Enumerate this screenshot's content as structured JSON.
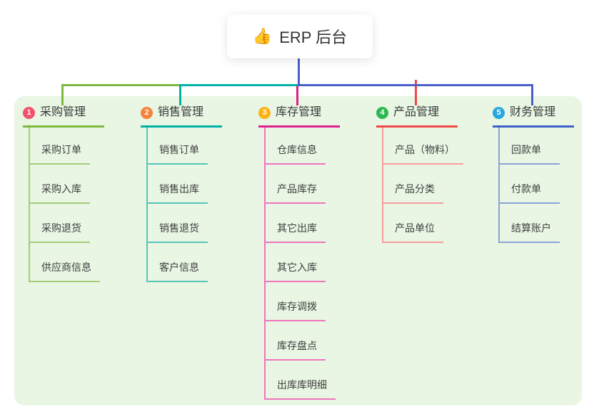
{
  "root": {
    "icon": "👍",
    "label": "ERP 后台"
  },
  "connector_color": "#4a5fc9",
  "panel_color": "#e8f6e3",
  "branches": [
    {
      "badge": "1",
      "label": "采购管理",
      "badge_color": "#f2516c",
      "line_color": "#7cb93f",
      "child_line_color": "#a3cd76",
      "children": [
        "采购订单",
        "采购入库",
        "采购退货",
        "供应商信息"
      ]
    },
    {
      "badge": "2",
      "label": "销售管理",
      "badge_color": "#f7823b",
      "line_color": "#00b2a6",
      "child_line_color": "#56c6b9",
      "children": [
        "销售订单",
        "销售出库",
        "销售退货",
        "客户信息"
      ]
    },
    {
      "badge": "3",
      "label": "库存管理",
      "badge_color": "#fbb216",
      "line_color": "#df1f8e",
      "child_line_color": "#f075bd",
      "children": [
        "仓库信息",
        "产品库存",
        "其它出库",
        "其它入库",
        "库存调拨",
        "库存盘点",
        "出库库明细"
      ]
    },
    {
      "badge": "4",
      "label": "产品管理",
      "badge_color": "#2eb852",
      "line_color": "#f04848",
      "child_line_color": "#f79e9e",
      "children": [
        "产品（物料）",
        "产品分类",
        "产品单位"
      ]
    },
    {
      "badge": "5",
      "label": "财务管理",
      "badge_color": "#27a6df",
      "line_color": "#3a5fc8",
      "child_line_color": "#8ca3d9",
      "children": [
        "回款单",
        "付款单",
        "结算账户"
      ]
    }
  ]
}
